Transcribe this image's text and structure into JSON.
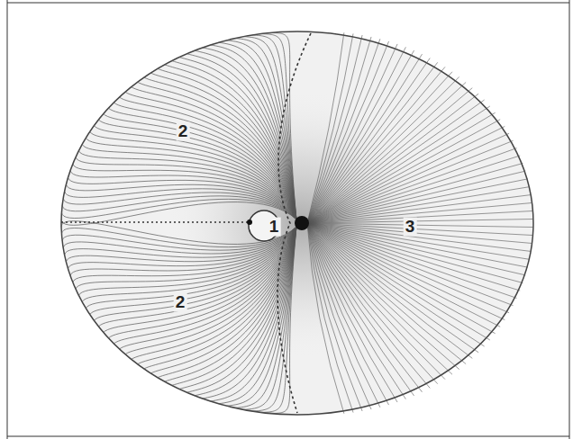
{
  "diagram": {
    "labels": [
      "2",
      "1",
      "3",
      "2"
    ]
  }
}
